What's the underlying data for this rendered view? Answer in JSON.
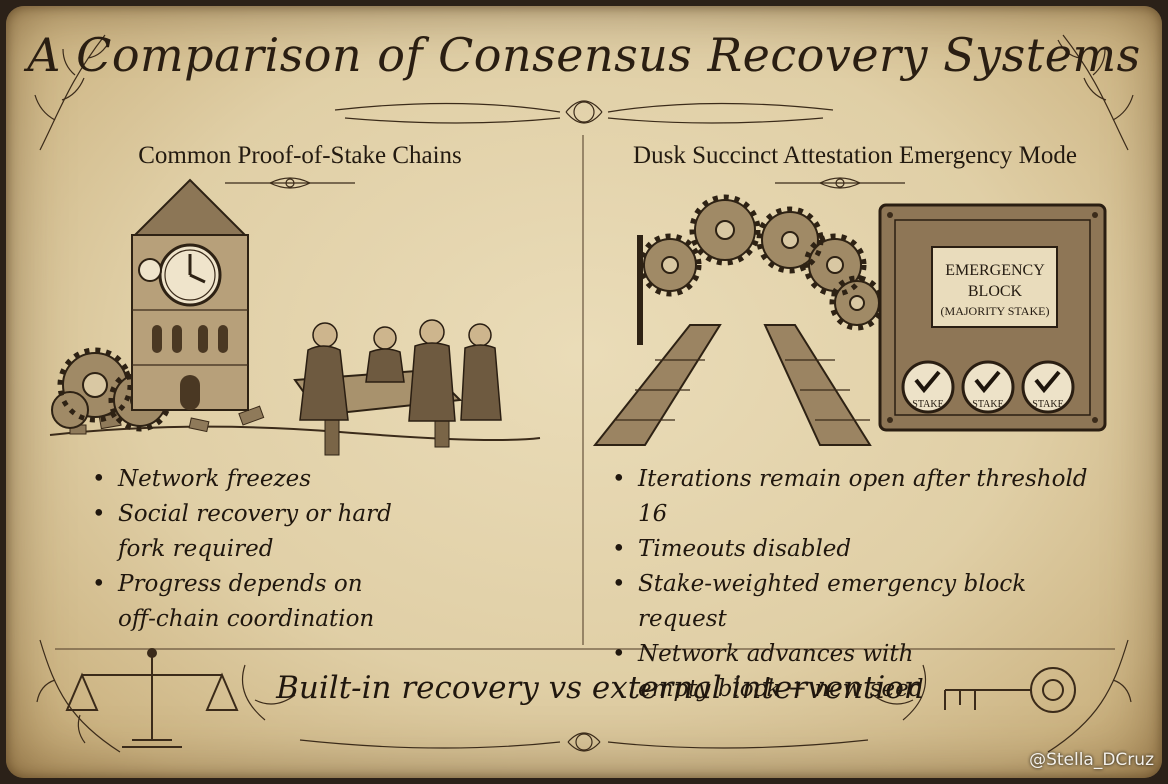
{
  "title": "A Comparison of Consensus Recovery Systems",
  "left": {
    "heading": "Common Proof-of-Stake Chains",
    "bullets": [
      "Network freezes",
      "Social recovery or hard fork required",
      "Progress depends on off-chain coordination"
    ]
  },
  "right": {
    "heading": "Dusk Succinct Attestation Emergency Mode",
    "emergency_block": [
      "EMERGENCY",
      "BLOCK",
      "(MAJORITY STAKE)"
    ],
    "stake_seal": "STAKE",
    "bullets": [
      "Iterations remain open after threshold 16",
      "Timeouts disabled",
      "Stake-weighted emergency block request",
      "Network advances with empty block + new seed"
    ]
  },
  "footer": "Built-in recovery vs external intervention",
  "watermark": "@Stella_DCruz",
  "colors": {
    "paper": "#e4d4ad",
    "ink": "#2a1e12",
    "frame": "#2b2118"
  }
}
